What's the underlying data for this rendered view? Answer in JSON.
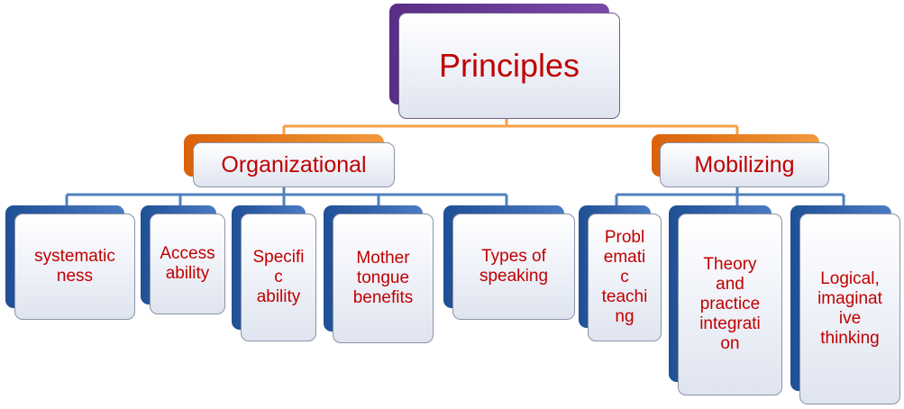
{
  "root": {
    "label": "Principles"
  },
  "categories": [
    {
      "label": "Organizational",
      "children": [
        "systematic\nness",
        "Access\nability",
        "Specifi\nc\nability",
        "Mother\ntongue\nbenefits",
        "Types of\nspeaking"
      ]
    },
    {
      "label": "Mobilizing",
      "children": [
        "Probl\nemati\nc\nteachi\nng",
        "Theory\nand\npractice\nintegrati\non",
        "Logical,\nimaginat\nive\nthinking"
      ]
    }
  ],
  "colors": {
    "text": "#c00000",
    "root_accent": "#5a2d86",
    "category_accent": "#e8761c",
    "leaf_accent": "#2e64ad",
    "root_connector": "#f5a04a",
    "leaf_connector": "#4f81bd"
  }
}
